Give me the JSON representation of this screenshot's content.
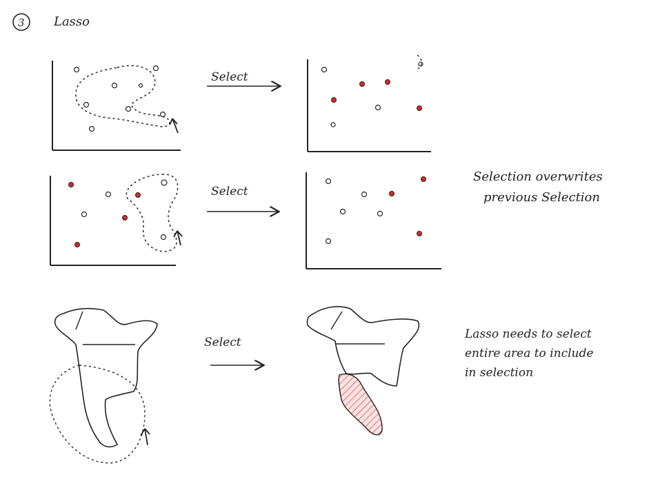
{
  "header": {
    "number": "3",
    "title": "Lasso"
  },
  "arrows": {
    "row1": "Select",
    "row2": "Select",
    "row3": "Select"
  },
  "notes": {
    "row2": [
      "Selection overwrites",
      "previous Selection"
    ],
    "row3": [
      "Lasso needs to select",
      "entire area to include",
      "in selection"
    ]
  },
  "colors": {
    "ink": "#222222",
    "selected": "#d42a2a",
    "hatch": "#e03a3a",
    "paper": "#ffffff"
  }
}
